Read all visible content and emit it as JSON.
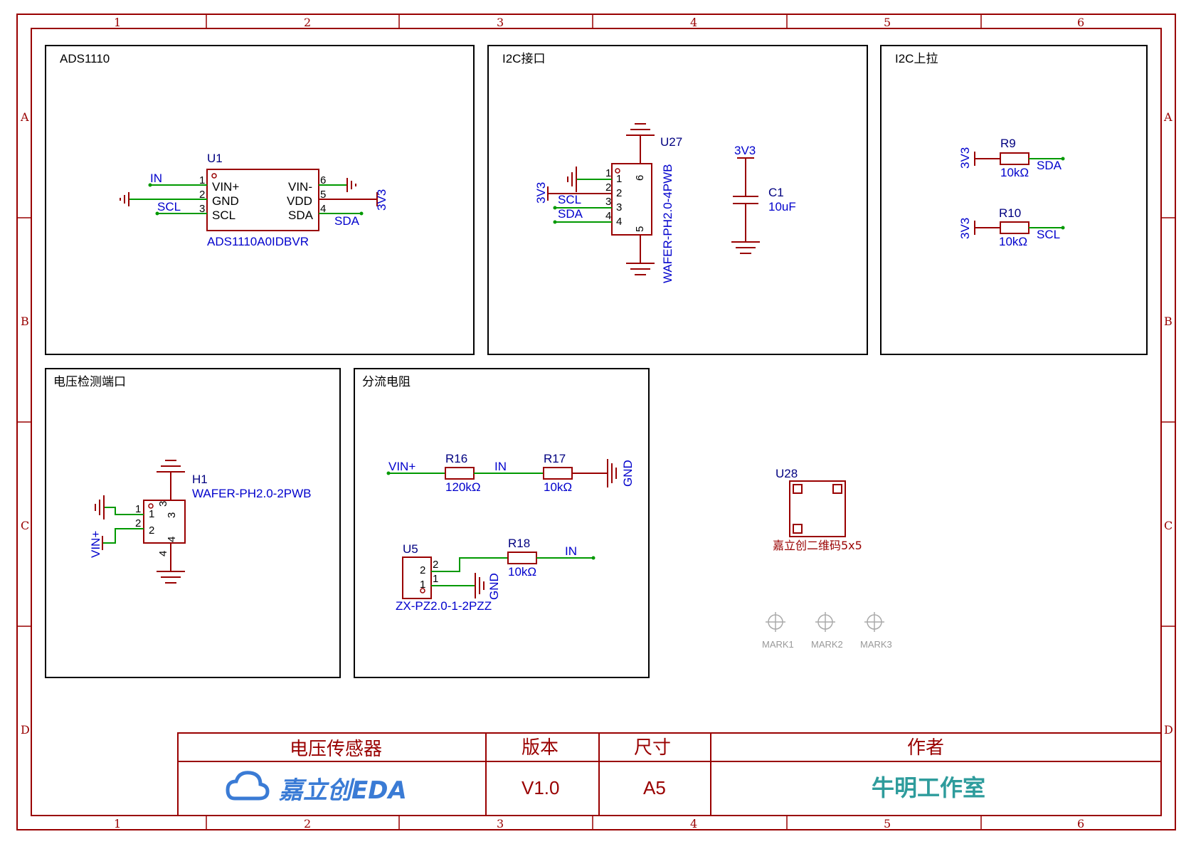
{
  "ruler": {
    "cols": [
      "1",
      "2",
      "3",
      "4",
      "5",
      "6"
    ],
    "rows": [
      "A",
      "B",
      "C",
      "D"
    ]
  },
  "sections": {
    "ads1110": "ADS1110",
    "i2c_port": "I2C接口",
    "i2c_pullup": "I2C上拉",
    "voltage_port": "电压检测端口",
    "shunt": "分流电阻"
  },
  "u1": {
    "ref": "U1",
    "value": "ADS1110A0IDBVR",
    "pins": {
      "p1": "VIN+",
      "p2": "GND",
      "p3": "SCL",
      "p6": "VIN-",
      "p5": "VDD",
      "p4": "SDA"
    },
    "nums": [
      "1",
      "2",
      "3",
      "6",
      "5",
      "4"
    ],
    "nets": {
      "in": "IN",
      "scl": "SCL",
      "sda": "SDA",
      "v33": "3V3"
    }
  },
  "u27": {
    "ref": "U27",
    "value": "WAFER-PH2.0-4PWB",
    "nums": [
      "1",
      "2",
      "3",
      "4",
      "5",
      "6"
    ],
    "nets": {
      "v33": "3V3",
      "scl": "SCL",
      "sda": "SDA"
    }
  },
  "c1": {
    "ref": "C1",
    "value": "10uF",
    "net": "3V3"
  },
  "r9": {
    "ref": "R9",
    "value": "10kΩ",
    "net_l": "3V3",
    "net_r": "SDA"
  },
  "r10": {
    "ref": "R10",
    "value": "10kΩ",
    "net_l": "3V3",
    "net_r": "SCL"
  },
  "h1": {
    "ref": "H1",
    "value": "WAFER-PH2.0-2PWB",
    "nums": [
      "1",
      "2",
      "3",
      "4"
    ],
    "net": "VIN+"
  },
  "r16": {
    "ref": "R16",
    "value": "120kΩ",
    "net_l": "VIN+",
    "net_r": "IN"
  },
  "r17": {
    "ref": "R17",
    "value": "10kΩ",
    "net": "GND"
  },
  "u5": {
    "ref": "U5",
    "value": "ZX-PZ2.0-1-2PZZ",
    "nums": [
      "1",
      "2"
    ],
    "net": "GND"
  },
  "r18": {
    "ref": "R18",
    "value": "10kΩ",
    "net": "IN"
  },
  "u28": {
    "ref": "U28",
    "value": "嘉立创二维码5x5"
  },
  "marks": [
    "MARK1",
    "MARK2",
    "MARK3"
  ],
  "titleblock": {
    "name": "电压传感器",
    "version_label": "版本",
    "size_label": "尺寸",
    "author_label": "作者",
    "logo": "嘉立创EDA",
    "version": "V1.0",
    "size": "A5",
    "author": "牛明工作室"
  },
  "colors": {
    "frame": "#990000",
    "wire": "#009900",
    "net": "#0000cc",
    "author": "#2e9c9c",
    "logo": "#3a7bd5"
  }
}
